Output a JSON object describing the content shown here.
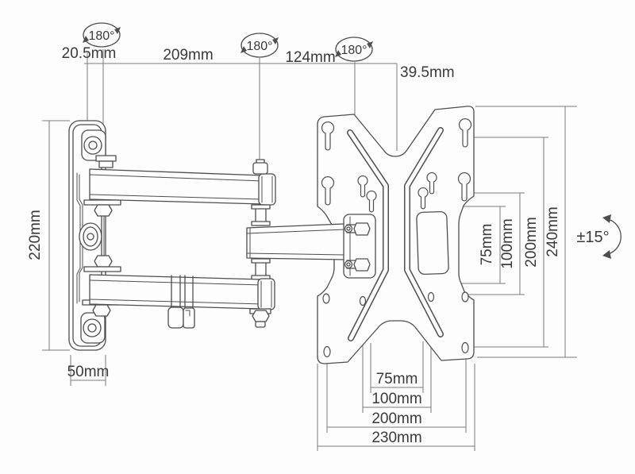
{
  "diagram": {
    "swivel_badges": [
      "180°",
      "180°",
      "180°"
    ],
    "top_dimensions": {
      "offset": "20.5mm",
      "arm1": "209mm",
      "arm2": "124mm",
      "head_offset": "39.5mm"
    },
    "left_dimension": "220mm",
    "base_width": "50mm",
    "right_dimensions": {
      "r75": "75mm",
      "r100": "100mm",
      "r200": "200mm",
      "r240": "240mm"
    },
    "tilt_range": "±15°",
    "bottom_dimensions": {
      "b75": "75mm",
      "b100": "100mm",
      "b200": "200mm",
      "b230": "230mm"
    },
    "accent_line_color": "#4e4e4e",
    "dimension_line_color": "#7b7b7b"
  }
}
